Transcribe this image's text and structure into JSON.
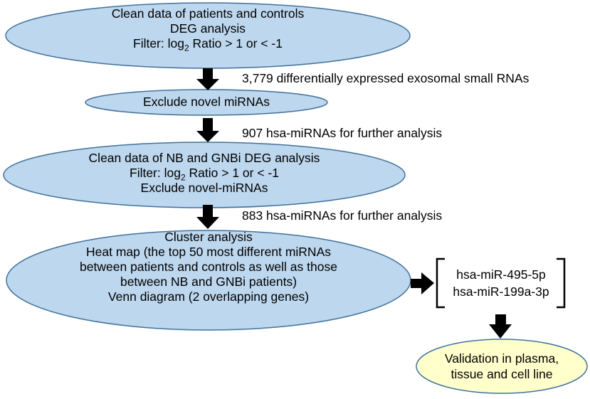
{
  "colors": {
    "ellipse_fill": "#bdd7ee",
    "ellipse_stroke": "#41719c",
    "final_fill": "#ffffcc",
    "arrow": "#000000"
  },
  "box1": {
    "line1": "Clean data of patients and controls",
    "line2": "DEG analysis",
    "filter_prefix": "Filter:  log",
    "filter_sub": "2",
    "filter_suffix": " Ratio > 1 or < -1"
  },
  "note1": "3,779 differentially expressed exosomal small RNAs",
  "box2": {
    "line1": "Exclude novel miRNAs"
  },
  "note2": "907 hsa-miRNAs for further analysis",
  "box3": {
    "line1": "Clean data of NB and GNBi DEG analysis",
    "filter_prefix": "Filter:  log",
    "filter_sub": "2",
    "filter_suffix": " Ratio > 1 or < -1",
    "line3": "Exclude novel-miRNAs"
  },
  "note3": "883 hsa-miRNAs for further analysis",
  "box4": {
    "lines": [
      "Cluster analysis",
      "Heat map (the top 50 most different miRNAs",
      "between patients and controls as well as those",
      "between NB and GNBi patients)",
      "Venn diagram (2 overlapping genes)"
    ]
  },
  "genes": [
    "hsa-miR-495-5p",
    "hsa-miR-199a-3p"
  ],
  "box5": {
    "line1": "Validation in plasma,",
    "line2": "tissue and cell line"
  }
}
